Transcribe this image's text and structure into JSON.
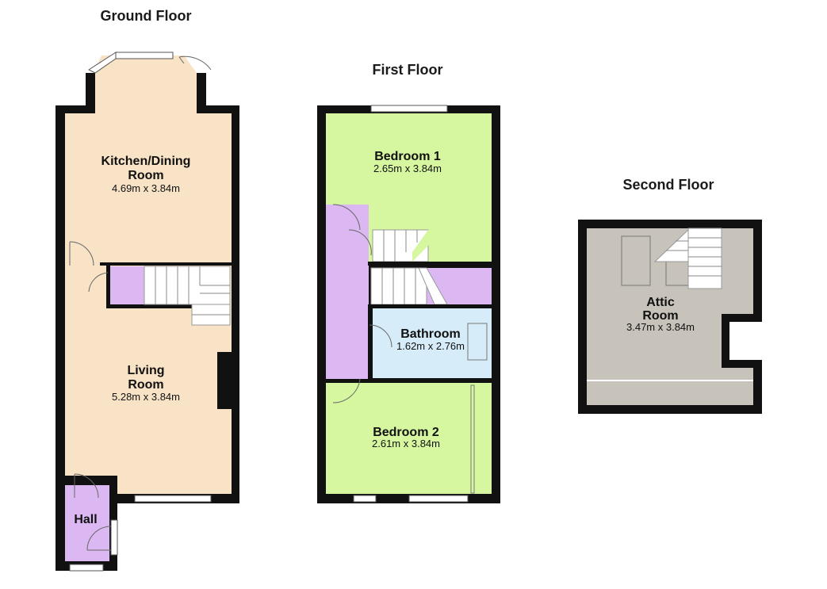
{
  "floors": {
    "ground": {
      "title": "Ground Floor"
    },
    "first": {
      "title": "First Floor"
    },
    "second": {
      "title": "Second Floor"
    }
  },
  "rooms": {
    "kitchen": {
      "name_line1": "Kitchen/Dining",
      "name_line2": "Room",
      "dims": "4.69m x 3.84m"
    },
    "living": {
      "name_line1": "Living",
      "name_line2": "Room",
      "dims": "5.28m x 3.84m"
    },
    "hall": {
      "name": "Hall"
    },
    "bedroom1": {
      "name": "Bedroom 1",
      "dims": "2.65m x 3.84m"
    },
    "bathroom": {
      "name": "Bathroom",
      "dims": "1.62m x 2.76m"
    },
    "bedroom2": {
      "name": "Bedroom 2",
      "dims": "2.61m x 3.84m"
    },
    "attic": {
      "name_line1": "Attic",
      "name_line2": "Room",
      "dims": "3.47m x 3.84m"
    }
  },
  "colors": {
    "kitchen_living": "#f8e3c6",
    "hall_landing": "#dcb8f2",
    "bedroom": "#d6f7a0",
    "bathroom": "#d6ecf8",
    "attic": "#c7c3ba",
    "wall": "#111111"
  }
}
